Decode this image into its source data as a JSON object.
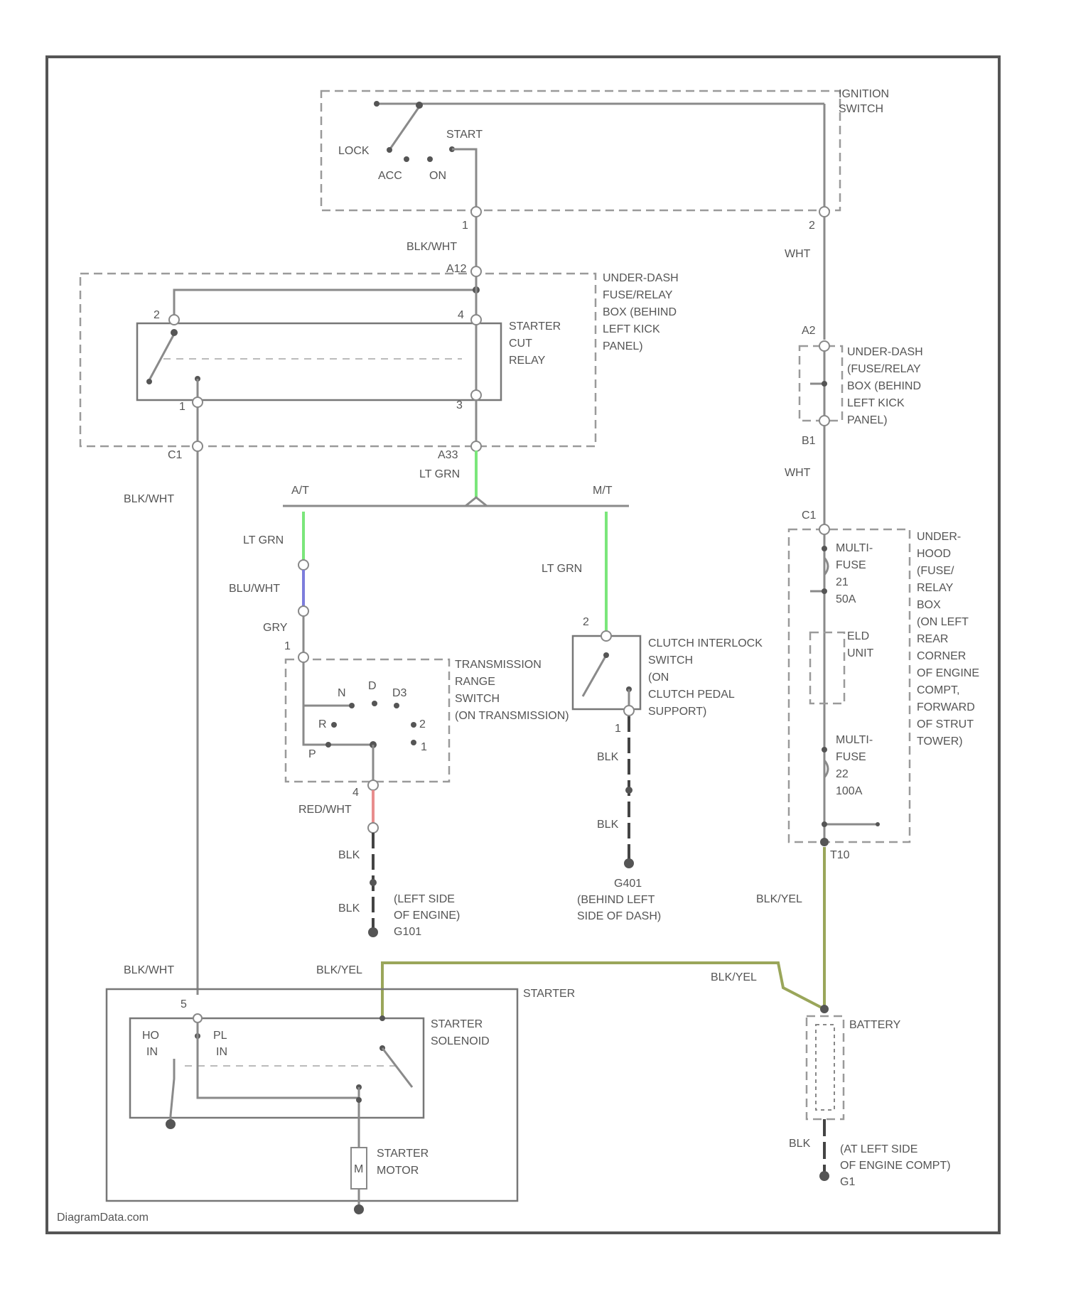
{
  "ignition": {
    "title_lines": [
      "IGNITION",
      "SWITCH"
    ],
    "lock": "LOCK",
    "start": "START",
    "acc": "ACC",
    "on": "ON",
    "pin_left": "1",
    "pin_right": "2"
  },
  "dash_box": {
    "title_lines": [
      "UNDER-DASH",
      "FUSE/RELAY",
      "BOX (BEHIND",
      "LEFT KICK",
      "PANEL)"
    ],
    "connector_top": "A12",
    "connector_bot_right": "A33",
    "connector_bot_left": "C1"
  },
  "cut_relay": {
    "title_lines": [
      "STARTER",
      "CUT",
      "RELAY"
    ],
    "pin2": "2",
    "pin4": "4",
    "pin1": "1",
    "pin3": "3"
  },
  "dash_box2": {
    "title_lines": [
      "UNDER-DASH",
      "(FUSE/RELAY",
      "BOX (BEHIND",
      "LEFT KICK",
      "PANEL)"
    ],
    "a2": "A2",
    "b1": "B1"
  },
  "hood_box": {
    "title_lines": [
      "UNDER-",
      "HOOD",
      "(FUSE/",
      "RELAY",
      "BOX",
      "(ON LEFT",
      "REAR",
      "CORNER",
      "OF ENGINE",
      "COMPT,",
      "FORWARD",
      "OF STRUT",
      "TOWER)"
    ],
    "c1": "C1",
    "t10": "T10",
    "fuse1_lines": [
      "MULTI-",
      "FUSE",
      "21",
      "50A"
    ],
    "elb_lines": [
      "ELD",
      "UNIT"
    ],
    "fuse2_lines": [
      "MULTI-",
      "FUSE",
      "22",
      "100A"
    ]
  },
  "branch": {
    "at": "A/T",
    "mt": "M/T"
  },
  "wires": {
    "blk_wht_1": "BLK/WHT",
    "wht_1": "WHT",
    "wht_2": "WHT",
    "blk_wht_2": "BLK/WHT",
    "lt_grn_1": "LT GRN",
    "lt_grn_2": "LT GRN",
    "lt_grn_3": "LT GRN",
    "blu_wht": "BLU/WHT",
    "gry": "GRY",
    "red_wht": "RED/WHT",
    "blk_1": "BLK",
    "blk_2": "BLK",
    "blk_3": "BLK",
    "blk_4": "BLK",
    "blk_yel_1": "BLK/YEL",
    "blk_wht_3": "BLK/WHT",
    "blk_yel_2": "BLK/YEL",
    "blk_yel_3": "BLK/YEL",
    "blk_5": "BLK"
  },
  "trans_switch": {
    "title_lines": [
      "TRANSMISSION",
      "RANGE",
      "SWITCH",
      "(ON TRANSMISSION)"
    ],
    "n": "N",
    "d": "D",
    "d3": "D3",
    "r": "R",
    "p": "P",
    "two": "2",
    "one": "1",
    "pin_top": "1",
    "pin_bot": "4"
  },
  "clutch_switch": {
    "title_lines": [
      "CLUTCH INTERLOCK",
      "SWITCH",
      "(ON",
      "CLUTCH PEDAL",
      "SUPPORT)"
    ],
    "pin_top": "2",
    "pin_bot": "1"
  },
  "grounds": {
    "g101_lines": [
      "(LEFT SIDE",
      "OF ENGINE)",
      "G101"
    ],
    "g401_lines": [
      "G401",
      "(BEHIND LEFT",
      "SIDE OF DASH)"
    ],
    "g1_lines": [
      "(AT LEFT SIDE",
      "OF ENGINE COMPT)",
      "G1"
    ]
  },
  "starter": {
    "title": "STARTER",
    "solenoid_lines": [
      "STARTER",
      "SOLENOID"
    ],
    "ho": [
      "HO",
      "IN"
    ],
    "pl": [
      "PL",
      "IN"
    ],
    "motor_lines": [
      "STARTER",
      "MOTOR"
    ],
    "motor_symbol": "M",
    "pin": "5"
  },
  "battery": {
    "label": "BATTERY"
  },
  "watermark": "DiagramData.com",
  "colors": {
    "lt_grn": "#7be67b",
    "blu_wht": "#7d7ddc",
    "red_wht": "#e88d8d",
    "blk_yel": "#9aa65a"
  }
}
